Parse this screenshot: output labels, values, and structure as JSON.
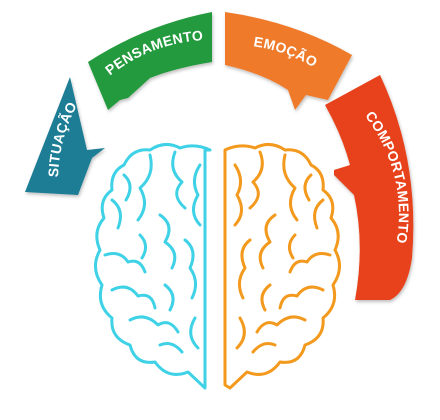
{
  "segments": [
    {
      "id": "situacao",
      "label": "SITUAÇÃO",
      "color": "#1a7d95"
    },
    {
      "id": "pensamento",
      "label": "PENSAMENTO",
      "color": "#249a3c"
    },
    {
      "id": "emocao",
      "label": "EMOÇÃO",
      "color": "#ef7a2b"
    },
    {
      "id": "comportamento",
      "label": "COMPORTAMENTO",
      "color": "#e8431a"
    }
  ],
  "brain": {
    "left_color": "#3fd2e6",
    "right_color": "#f39a1e"
  }
}
